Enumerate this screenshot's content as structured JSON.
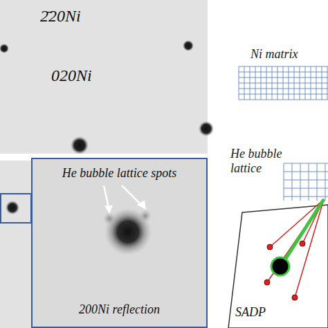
{
  "diagram": {
    "nodes": [
      {
        "text": [
          "2̄20Ni",
          "020Ni"
        ]
      },
      {
        "text": [
          "He bubble lattice spots",
          "200Ni reflection"
        ]
      },
      {
        "text": [
          "SADP"
        ]
      }
    ],
    "labels": [
      "Ni matrix",
      "He bubble lattice"
    ]
  }
}
